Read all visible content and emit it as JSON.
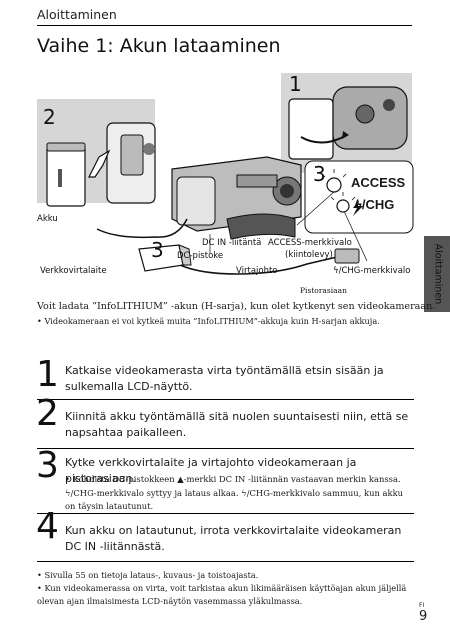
{
  "header": {
    "section": "Aloittaminen",
    "title": "Vaihe 1: Akun lataaminen"
  },
  "figure": {
    "callouts": [
      "1",
      "2",
      "3",
      "3"
    ],
    "labels": {
      "akku": "Akku",
      "verkko": "Verkkovirtalaite",
      "dc_in": "DC IN -liitäntä",
      "dc_pistoke": "DC-pistoke",
      "virtajohto": "Virtajohto",
      "access": "ACCESS-merkkivalo",
      "kiintolevy": "(kiintolevy)",
      "chg_label": "/CHG-merkkivalo",
      "pistorasiaan": "Pistorasiaan",
      "access_big": "ACCESS",
      "chg_big": "/CHG"
    }
  },
  "side_tab": "Aloittaminen",
  "intro": "Voit ladata ”InfoLITHIUM” -akun (H-sarja), kun olet kytkenyt sen videokameraan.",
  "intro_bullet": "Videokameraan ei voi kytkeä muita ”InfoLITHIUM”-akkuja kuin H-sarjan akkuja.",
  "steps": [
    {
      "num": "1",
      "text": "Katkaise videokamerasta virta työntämällä etsin sisään ja sulkemalla LCD-näyttö."
    },
    {
      "num": "2",
      "text": "Kiinnitä akku työntämällä sitä nuolen suuntaisesti niin, että se napsahtaa paikalleen."
    },
    {
      "num": "3",
      "text": "Kytke verkkovirtalaite ja virtajohto  videokameraan ja pistorasiaan.",
      "sub1": "Kohdista DC-pistokkeen ▲-merkki DC IN -liitännän vastaavan merkin kanssa.",
      "sub2a": "/CHG-merkkivalo syttyy ja lataus alkaa. ",
      "sub2b": "/CHG-merkkivalo sammuu, kun akku on täysin latautunut."
    },
    {
      "num": "4",
      "text": "Kun akku on latautunut, irrota verkkovirtalaite videokameran DC IN -liitännästä."
    }
  ],
  "footnotes": [
    "Sivulla 55 on tietoja lataus-, kuvaus- ja toistoajasta.",
    "Kun videokamerassa on virta, voit tarkistaa akun likimääräisen käyttöajan akun jäljellä olevan ajan ilmaisimesta LCD-näytön vasemmassa yläkulmassa."
  ],
  "page": {
    "locale": "FI",
    "number": "9"
  }
}
